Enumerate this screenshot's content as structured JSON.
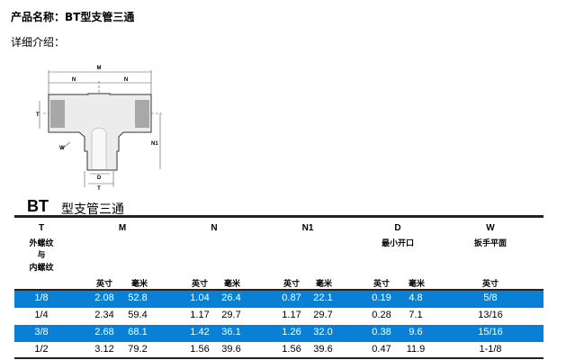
{
  "product_title": "产品名称：BT型支管三通",
  "intro_label": "详细介绍：",
  "diagram": {
    "labels": [
      "M",
      "N",
      "N",
      "T",
      "W",
      "N1",
      "D",
      "T"
    ]
  },
  "table": {
    "title_code": "BT",
    "title_name": "型支管三通",
    "headers": [
      {
        "letter": "T",
        "sub": [
          "外螺纹",
          "与",
          "内螺纹"
        ]
      },
      {
        "letter": "M"
      },
      {
        "letter": "N"
      },
      {
        "letter": "N1"
      },
      {
        "letter": "D",
        "sub": [
          "最小开口"
        ]
      },
      {
        "letter": "W",
        "sub": [
          "扳手平面"
        ]
      }
    ],
    "unit_inch": "英寸",
    "unit_mm": "毫米",
    "rows": [
      [
        "1/8",
        "2.08",
        "52.8",
        "1.04",
        "26.4",
        "0.87",
        "22.1",
        "0.19",
        "4.8",
        "5/8"
      ],
      [
        "1/4",
        "2.34",
        "59.4",
        "1.17",
        "29.7",
        "1.17",
        "29.7",
        "0.28",
        "7.1",
        "13/16"
      ],
      [
        "3/8",
        "2.68",
        "68.1",
        "1.42",
        "36.1",
        "1.26",
        "32.0",
        "0.38",
        "9.6",
        "15/16"
      ],
      [
        "1/2",
        "3.12",
        "79.2",
        "1.56",
        "39.6",
        "1.56",
        "39.6",
        "0.47",
        "11.9",
        "1-1/8"
      ]
    ],
    "highlight_color": "#0a7fd6"
  }
}
